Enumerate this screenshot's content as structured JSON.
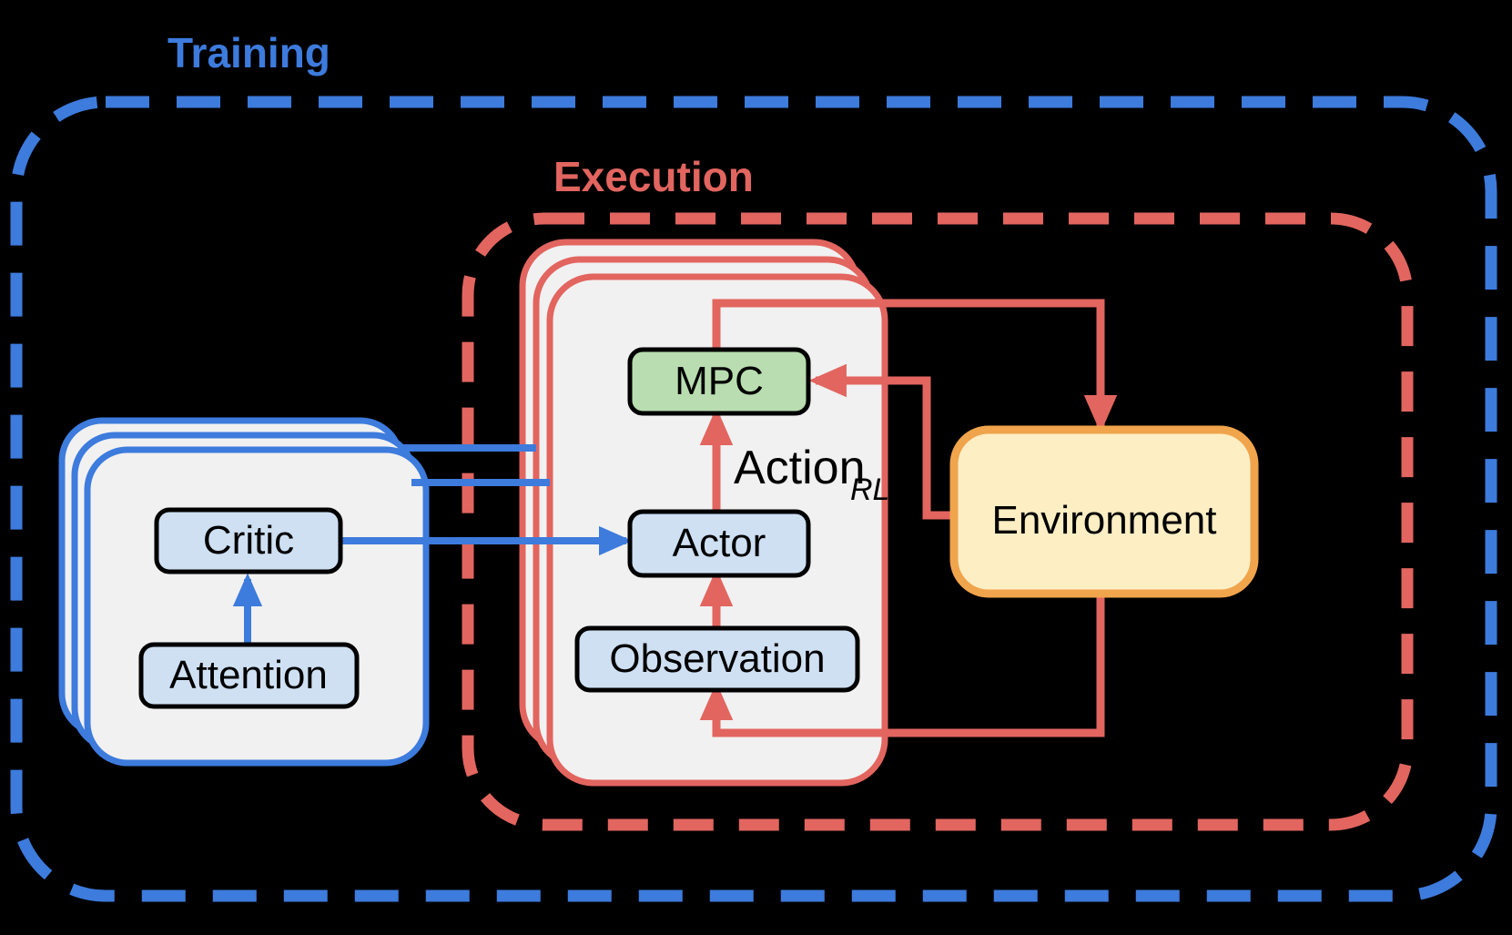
{
  "figure": {
    "kind": "architecture-block-diagram",
    "background_color": "#000000"
  },
  "groups": [
    {
      "id": "training",
      "label": "Training",
      "color": "#3d7bdd",
      "style": "dashed-rounded-rect"
    },
    {
      "id": "execution",
      "label": "Execution",
      "color": "#e2655f",
      "style": "dashed-rounded-rect"
    }
  ],
  "cards": {
    "training_stack": {
      "count": 3,
      "border_color": "#3d7bdd",
      "fill_color": "#f1f1f1"
    },
    "execution_stack": {
      "count": 3,
      "border_color": "#e2655f",
      "fill_color": "#f1f1f1"
    }
  },
  "nodes": [
    {
      "id": "critic",
      "label": "Critic",
      "fill": "#cfe0f3",
      "stroke": "#000000"
    },
    {
      "id": "attention",
      "label": "Attention",
      "fill": "#cfe0f3",
      "stroke": "#000000"
    },
    {
      "id": "mpc",
      "label": "MPC",
      "fill": "#b9ddb0",
      "stroke": "#000000"
    },
    {
      "id": "actor",
      "label": "Actor",
      "fill": "#cfe0f3",
      "stroke": "#000000"
    },
    {
      "id": "observation",
      "label": "Observation",
      "fill": "#cfe0f3",
      "stroke": "#000000"
    },
    {
      "id": "environment",
      "label": "Environment",
      "fill": "#fdeec4",
      "stroke": "#f0a44c"
    }
  ],
  "edge_labels": {
    "action": "Action",
    "action_subscript": "RL"
  },
  "edges": [
    {
      "from": "attention",
      "to": "critic",
      "color": "#3d7bdd"
    },
    {
      "from": "critic",
      "to": "actor",
      "color": "#3d7bdd"
    },
    {
      "from": "observation",
      "to": "actor",
      "color": "#e2655f"
    },
    {
      "from": "actor",
      "to": "mpc",
      "color": "#e2655f",
      "label": "Action_RL"
    },
    {
      "from": "mpc",
      "to": "environment",
      "color": "#e2655f"
    },
    {
      "from": "environment",
      "to": "mpc",
      "color": "#e2655f"
    },
    {
      "from": "environment",
      "to": "observation",
      "color": "#e2655f"
    }
  ],
  "colors": {
    "blue": "#3d7bdd",
    "red": "#e2655f",
    "green_fill": "#b9ddb0",
    "blue_fill": "#cfe0f3",
    "yellow_fill": "#fdeec4",
    "orange_stroke": "#f0a44c",
    "card_fill": "#f1f1f1",
    "black": "#000000"
  }
}
